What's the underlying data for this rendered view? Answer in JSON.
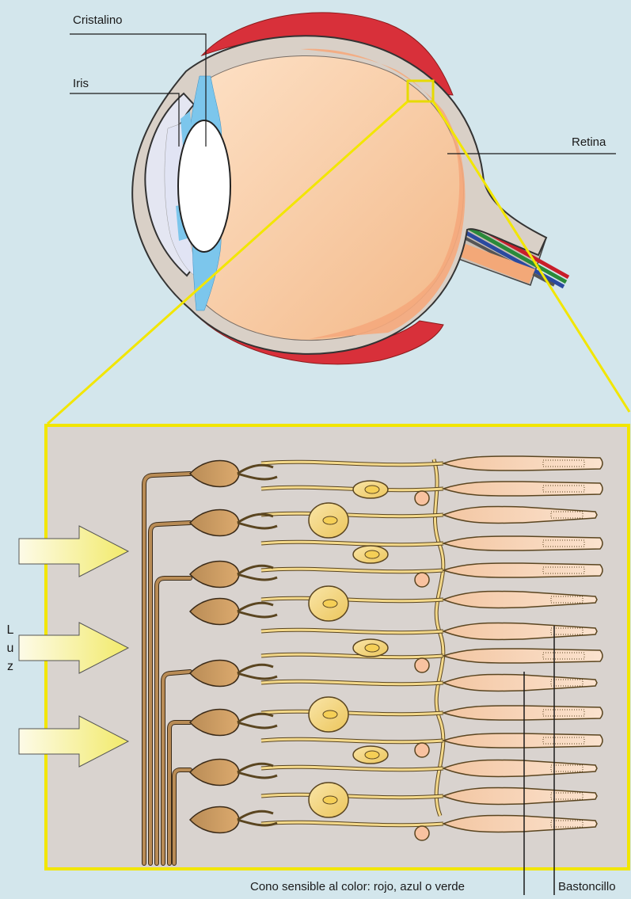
{
  "labels": {
    "cristalino": "Cristalino",
    "iris": "Iris",
    "retina": "Retina",
    "luz": [
      "L",
      "u",
      "z"
    ],
    "cono": "Cono sensible al color: rojo, azul o verde",
    "bastoncillo": "Bastoncillo"
  },
  "colors": {
    "background": "#d3e6ec",
    "retina_panel": "#d9d3cf",
    "highlight": "#f2e600",
    "eyeball": "#f8cba4",
    "sclera": "#d9d0c7",
    "aqueous": "#7cc6ec",
    "muscle": "#d8303a",
    "photoreceptor": "#f5c9a3",
    "bipolar_cell": "#f4d98a",
    "ganglion_cell": "#c99a5e"
  }
}
